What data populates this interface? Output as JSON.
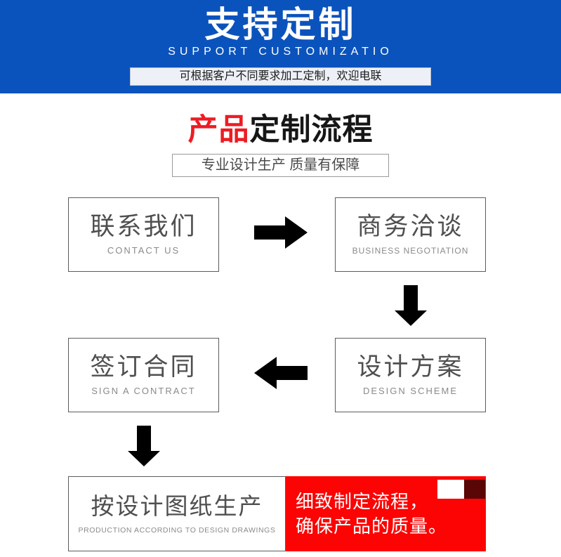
{
  "header": {
    "title": "支持定制",
    "subtitle": "SUPPORT CUSTOMIZATIO",
    "banner": "可根据客户不同要求加工定制，欢迎电联",
    "bg_color": "#0B53BC",
    "banner_bg_color": "#EDF1F7"
  },
  "section": {
    "title_red": "产品",
    "title_black": "定制流程",
    "title_red_color": "#ED1C24",
    "subtitle": "专业设计生产 质量有保障"
  },
  "flow": {
    "steps": [
      {
        "cn": "联系我们",
        "en": "CONTACT US"
      },
      {
        "cn": "商务洽谈",
        "en": "BUSINESS  NEGOTIATION"
      },
      {
        "cn": "设计方案",
        "en": "DESIGN  SCHEME"
      },
      {
        "cn": "签订合同",
        "en": "SIGN A CONTRACT"
      },
      {
        "cn": "按设计图纸生产",
        "en": "PRODUCTION  ACCORDING  TO  DESIGN  DRAWINGS"
      }
    ],
    "arrows": [
      {
        "name": "arrow-right-icon",
        "direction": "right"
      },
      {
        "name": "arrow-down-icon",
        "direction": "down"
      },
      {
        "name": "arrow-left-icon",
        "direction": "left"
      },
      {
        "name": "arrow-down-icon",
        "direction": "down"
      }
    ]
  },
  "callout": {
    "line1": "细致制定流程，",
    "line2": "确保产品的质量。",
    "bg_color": "#FC0404",
    "square_white": "#FFFFFF",
    "square_dark": "#5B0606"
  }
}
